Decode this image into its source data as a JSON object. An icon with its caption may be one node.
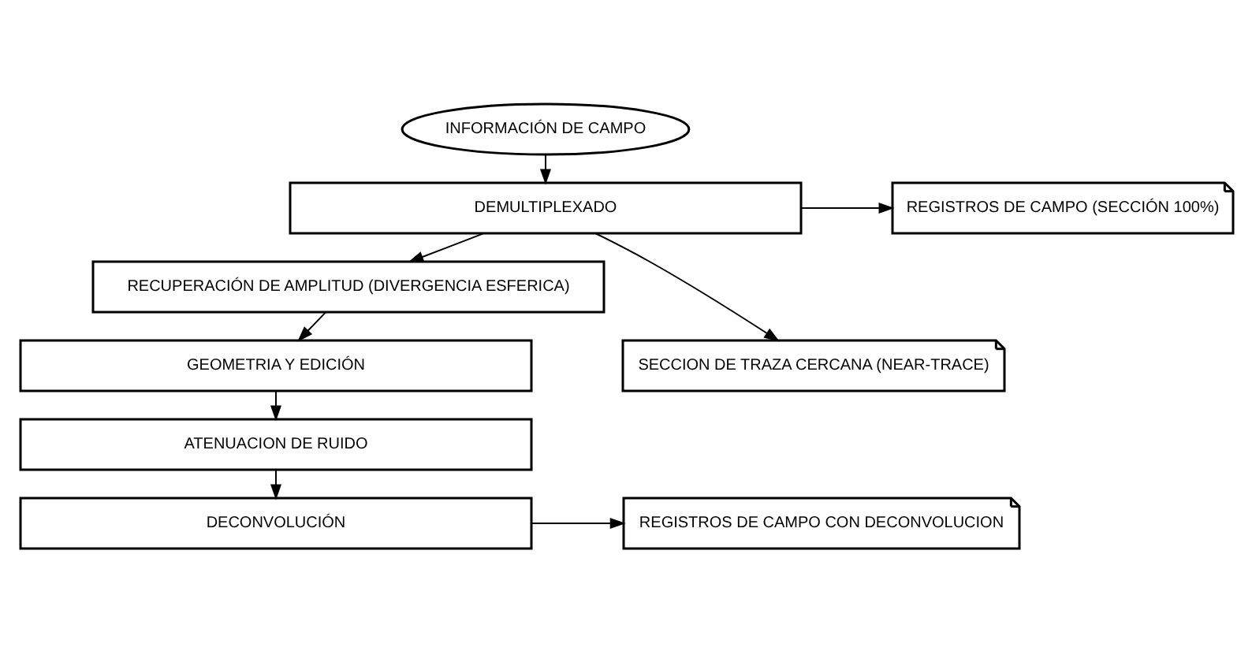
{
  "diagram": {
    "nodes": [
      {
        "text": [
          "INFORMACIÓN DE CAMPO"
        ]
      },
      {
        "text": [
          "DEMULTIPLEXADO"
        ]
      },
      {
        "text": [
          "RECUPERACIÓN DE AMPLITUD (DIVERGENCIA ESFERICA)"
        ]
      },
      {
        "text": [
          "GEOMETRIA Y EDICIÓN"
        ]
      },
      {
        "text": [
          "ATENUACION DE RUIDO"
        ]
      },
      {
        "text": [
          "DECONVOLUCIÓN"
        ]
      },
      {
        "text": [
          "REGISTROS DE CAMPO (SECCIÓN 100%)"
        ]
      },
      {
        "text": [
          "SECCION DE TRAZA CERCANA (NEAR-TRACE)"
        ]
      },
      {
        "text": [
          "REGISTROS DE CAMPO CON DECONVOLUCION"
        ]
      }
    ],
    "edges": [
      {
        "from": 0,
        "to": 1,
        "arrow": "to"
      },
      {
        "from": 1,
        "to": 2,
        "arrow": "to"
      },
      {
        "from": 2,
        "to": 3,
        "arrow": "to"
      },
      {
        "from": 3,
        "to": 4,
        "arrow": "to"
      },
      {
        "from": 4,
        "to": 5,
        "arrow": "to"
      },
      {
        "from": 1,
        "to": 6,
        "arrow": "to"
      },
      {
        "from": 1,
        "to": 7,
        "arrow": "to"
      },
      {
        "from": 5,
        "to": 8,
        "arrow": "to"
      }
    ]
  }
}
